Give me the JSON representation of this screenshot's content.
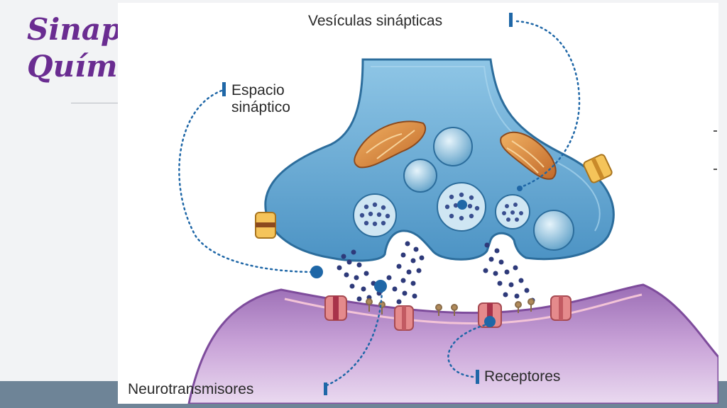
{
  "slide": {
    "title_line1": "Sinapsis",
    "title_line2": "Química"
  },
  "figure": {
    "labels": {
      "vesiculas": "Vesículas sinápticas",
      "espacio_line1": "Espacio",
      "espacio_line2": "sináptico",
      "neurotransmisores": "Neurotransmisores",
      "receptores": "Receptores"
    },
    "colors": {
      "presynaptic_fill": "#5fa4cf",
      "postsynaptic_fill": "#b58ac9",
      "leader_line": "#1f67a7",
      "mitochondria": "#d98a3c",
      "receptor": "#e58a8c",
      "title": "#6a2c91"
    }
  }
}
